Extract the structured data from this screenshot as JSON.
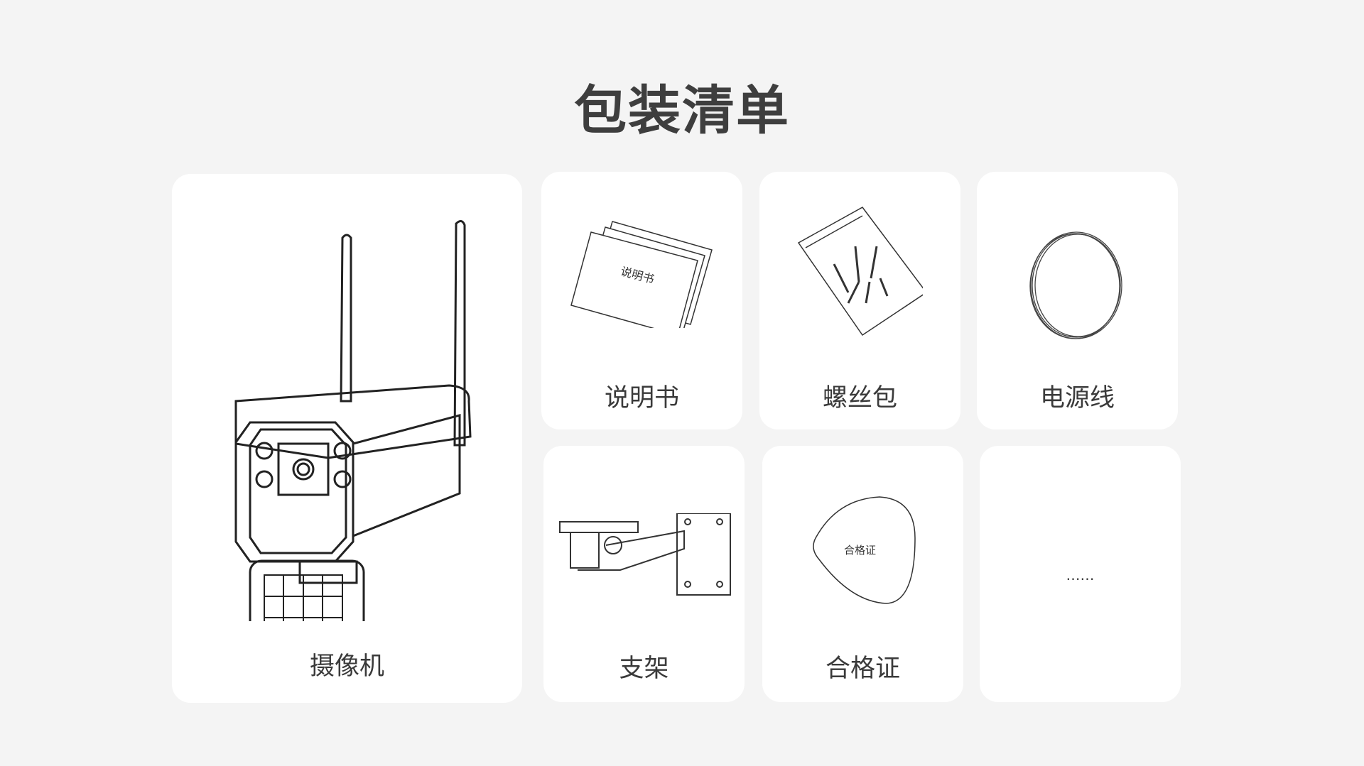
{
  "title": "包装清单",
  "items": [
    {
      "label": "摄像机",
      "icon": "camera-icon"
    },
    {
      "label": "说明书",
      "icon": "manual-icon",
      "inner_text": "说明书"
    },
    {
      "label": "螺丝包",
      "icon": "screw-bag-icon"
    },
    {
      "label": "电源线",
      "icon": "power-cable-icon"
    },
    {
      "label": "支架",
      "icon": "bracket-icon"
    },
    {
      "label": "合格证",
      "icon": "certificate-icon",
      "inner_text": "合格证"
    },
    {
      "label": "……",
      "icon": "more-icon"
    }
  ]
}
